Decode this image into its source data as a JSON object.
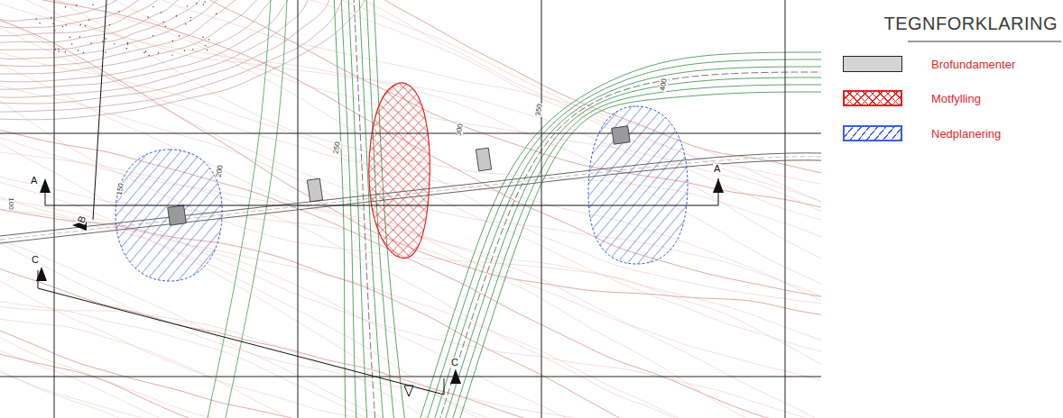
{
  "diagram": {
    "labels": [
      "TEGNFORKLARING",
      "100",
      "150",
      "200",
      "250",
      "300",
      "350",
      "400",
      "A",
      "A",
      "B",
      "C",
      "C"
    ],
    "legend": [
      {
        "text": "Brofundamenter",
        "color": "#d4d4d4"
      },
      {
        "text": "Motfylling"
      },
      {
        "text": "Nedplanering"
      }
    ]
  }
}
